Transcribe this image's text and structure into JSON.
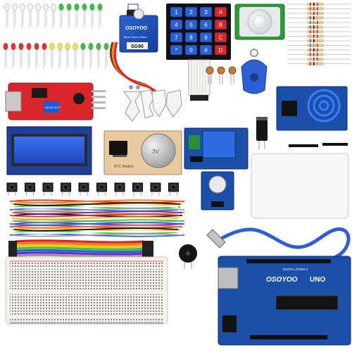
{
  "servo": {
    "brand": "OSOYOO",
    "label": "Micro Servo Motor",
    "model": "SG90"
  },
  "keypad": {
    "keys": [
      "1",
      "2",
      "3",
      "A",
      "4",
      "5",
      "6",
      "B",
      "7",
      "8",
      "9",
      "C",
      "*",
      "0",
      "#",
      "D"
    ]
  },
  "sound_sensor": {
    "label": "HCOA POT1"
  },
  "rtc": {
    "label": "RTC Module",
    "battery": "3V"
  },
  "uno": {
    "brand": "OSOYOO",
    "model": "UNO",
    "pin_label": "DIGITAL (PWM~)"
  },
  "colors": {
    "pcb_blue": "#1b4fa8",
    "pcb_red": "#d8262a",
    "lcd_screen": "#2b59d6",
    "breadboard": "#f4f1ea",
    "rfid_tag": "#2f5fd4"
  }
}
